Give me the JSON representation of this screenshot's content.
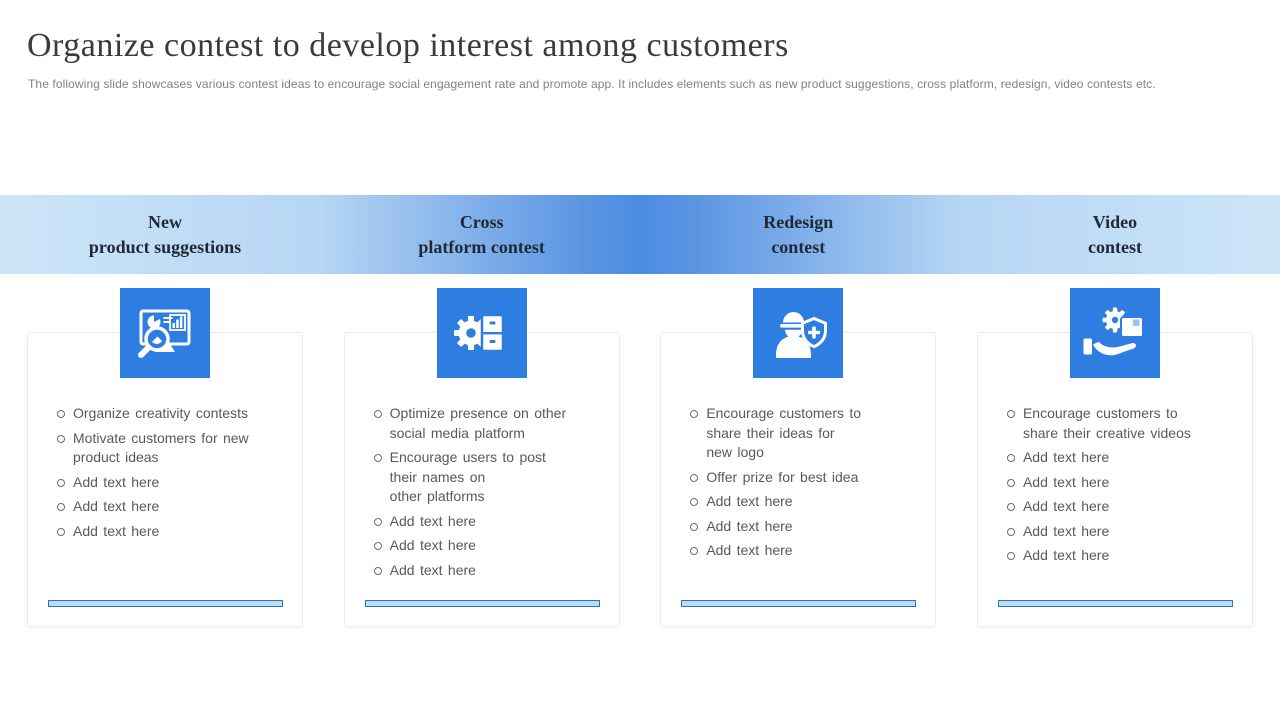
{
  "slide": {
    "title": "Organize contest to develop interest among customers",
    "subtitle": "The following slide showcases various contest ideas to encourage social engagement rate and promote app. It includes elements such as new product suggestions, cross platform, redesign, video contests etc."
  },
  "colors": {
    "icon_blue": "#2e7de0",
    "band_light": "#cde5f8",
    "band_mid": "#4b8ce1",
    "bar_fill": "#bcdcf5",
    "bar_border": "#2e75b6",
    "title_color": "#3b3b3b",
    "subtitle_color": "#828282",
    "header_text": "#1e2836",
    "body_text": "#595959"
  },
  "columns": [
    {
      "title": "New\nproduct suggestions",
      "icon": "product-analytics-search-icon",
      "bullets": [
        "Organize creativity contests",
        "Motivate customers for new\nproduct ideas",
        "Add text here",
        "Add text here",
        "Add text here"
      ]
    },
    {
      "title": "Cross\nplatform contest",
      "icon": "gear-platform-icon",
      "bullets": [
        "Optimize presence on other\nsocial media platform",
        "Encourage users to post\ntheir names on\nother platforms",
        "Add text here",
        "Add text here",
        "Add text here"
      ]
    },
    {
      "title": "Redesign\ncontest",
      "icon": "user-shield-icon",
      "bullets": [
        "Encourage customers to\nshare their ideas for\nnew logo",
        "Offer prize for best idea",
        "Add text here",
        "Add text here",
        "Add text here"
      ]
    },
    {
      "title": "Video\ncontest",
      "icon": "hand-box-gear-icon",
      "bullets": [
        "Encourage customers to\nshare their creative videos",
        "Add text here",
        "Add text here",
        "Add text here",
        "Add text here",
        "Add text here"
      ]
    }
  ]
}
